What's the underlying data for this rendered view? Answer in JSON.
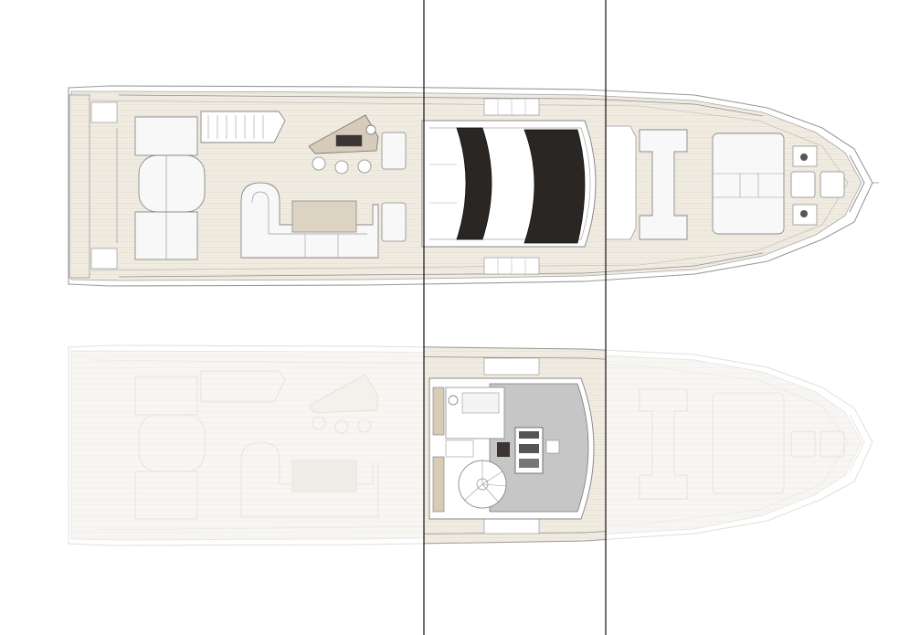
{
  "drawing": {
    "views": [
      {
        "name": "main-deck-plan",
        "emphasis": "full"
      },
      {
        "name": "lower-deck-plan",
        "emphasis": "faded",
        "highlight": "section-between-markers"
      }
    ],
    "marker_lines": 2,
    "colors": {
      "background": "#ffffff",
      "deck_wood": "#f1ece2",
      "line": "#8a8a8a",
      "cushion": "#f7f7f7",
      "table_wood": "#ddd3c2",
      "sunpad_dark": "#2a2624",
      "highlight_floor": "#c6c6c6",
      "marker": "#111111",
      "faded_line": "#d6d6d6"
    }
  }
}
